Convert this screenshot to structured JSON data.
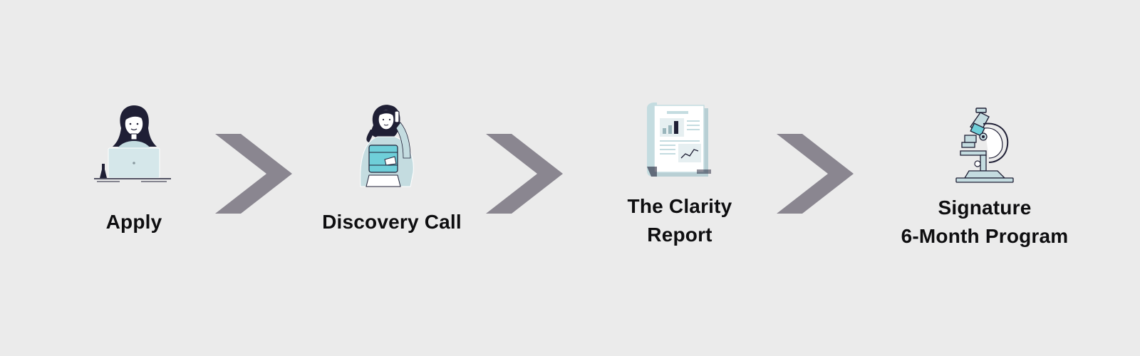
{
  "colors": {
    "background": "#ebebeb",
    "chevron": "#8a8690",
    "text": "#0e0e10",
    "accent_light": "#c4dce0",
    "accent_teal": "#6fcfd9",
    "ink": "#1f1f35"
  },
  "steps": [
    {
      "icon": "woman-at-laptop-icon",
      "label_lines": [
        "Apply"
      ]
    },
    {
      "icon": "woman-on-phone-icon",
      "label_lines": [
        "Discovery Call"
      ]
    },
    {
      "icon": "report-document-icon",
      "label_lines": [
        "The Clarity",
        "Report"
      ]
    },
    {
      "icon": "microscope-icon",
      "label_lines": [
        "Signature",
        "6-Month Program"
      ]
    }
  ],
  "connectors": [
    "chevron-arrow-icon",
    "chevron-arrow-icon",
    "chevron-arrow-icon"
  ]
}
